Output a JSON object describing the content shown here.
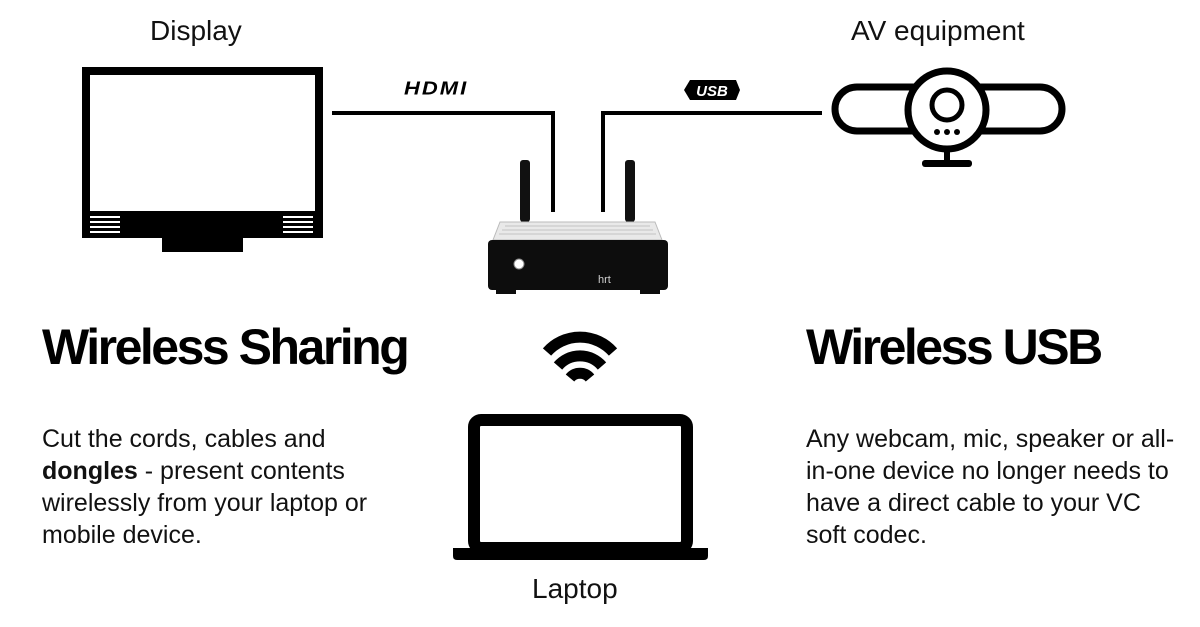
{
  "labels": {
    "display": "Display",
    "av_equipment": "AV equipment",
    "laptop": "Laptop",
    "hdmi": "HDMI",
    "usb": "USB",
    "device_brand": "hrt"
  },
  "sections": {
    "left": {
      "heading": "Wireless Sharing",
      "text_before": "Cut the cords, cables and",
      "text_bold": "dongles",
      "text_after": " - present contents wirelessly from your laptop or mobile device."
    },
    "right": {
      "heading": "Wireless USB",
      "text": "Any webcam, mic, speaker or all-in-one device no longer needs to have a direct cable to your VC soft codec."
    }
  },
  "icons": {
    "display": "monitor-icon",
    "av": "camera-icon",
    "hub": "router-device",
    "wifi": "wifi-icon",
    "laptop": "laptop-icon"
  }
}
